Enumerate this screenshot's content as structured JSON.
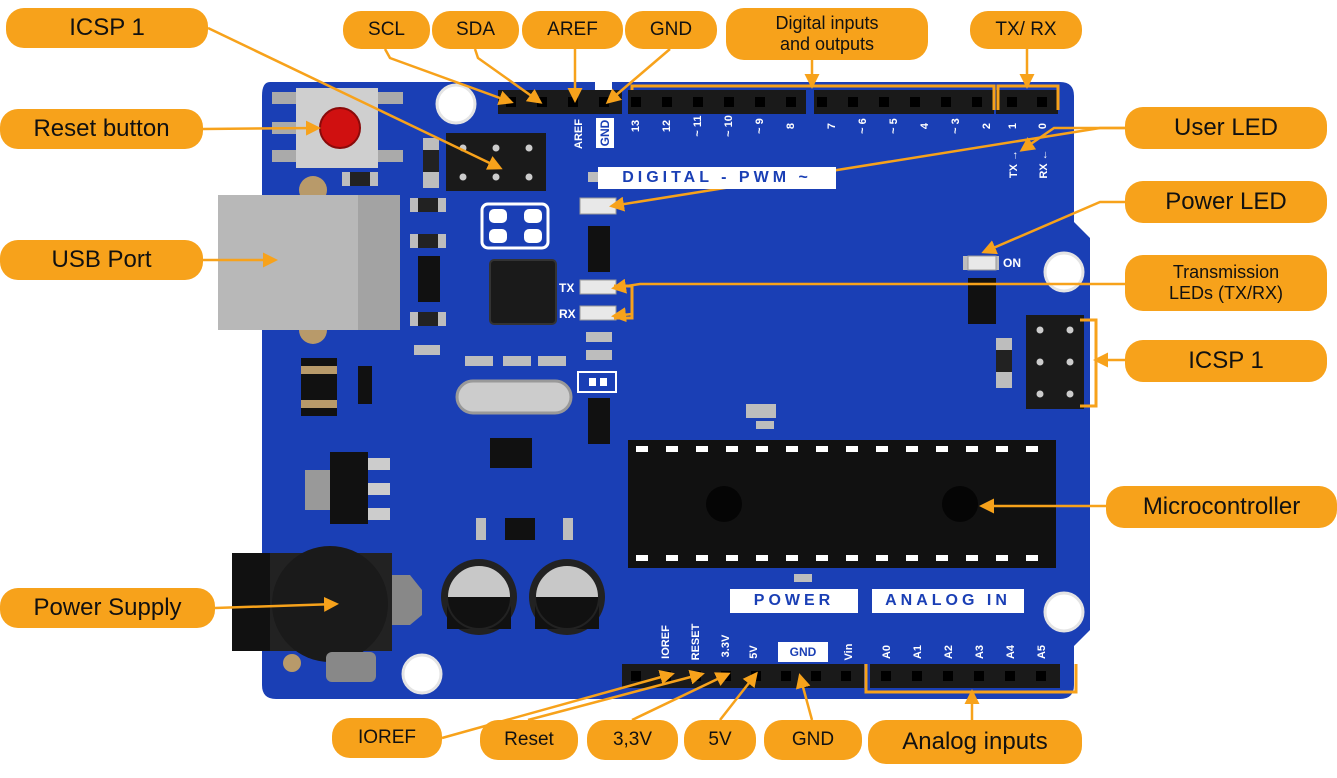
{
  "callouts": {
    "icsp1_top": "ICSP 1",
    "reset_button": "Reset button",
    "usb_port": "USB Port",
    "power_supply": "Power Supply",
    "scl": "SCL",
    "sda": "SDA",
    "aref": "AREF",
    "gnd_top": "GND",
    "digital_io": "Digital inputs\nand outputs",
    "tx_rx": "TX/ RX",
    "user_led": "User LED",
    "power_led": "Power LED",
    "transmission_leds": "Transmission\nLEDs (TX/RX)",
    "icsp1_right": "ICSP 1",
    "microcontroller": "Microcontroller",
    "ioref": "IOREF",
    "reset": "Reset",
    "v33": "3,3V",
    "v5": "5V",
    "gnd_bottom": "GND",
    "analog_inputs": "Analog inputs"
  },
  "silkscreen": {
    "digital_pwm": "DIGITAL  -  PWM ~",
    "power": "POWER",
    "analog_in": "ANALOG  IN",
    "tx": "TX",
    "rx": "RX",
    "on": "ON",
    "aref": "AREF",
    "gnd_top": "GND",
    "gnd_bottom": "GND",
    "ioref": "IOREF",
    "reset": "RESET",
    "v33": "3.3V",
    "v5": "5V",
    "vin": "Vin",
    "tx_arrow": "TX →",
    "rx_arrow": "RX ←",
    "digital_pins": [
      "13",
      "12",
      "~ 11",
      "~ 10",
      "~ 9",
      "8",
      "7",
      "~ 6",
      "~ 5",
      "4",
      "~ 3",
      "2",
      "1",
      "0"
    ],
    "analog_pins": [
      "A0",
      "A1",
      "A2",
      "A3",
      "A4",
      "A5"
    ]
  },
  "colors": {
    "board": "#1a3fb5",
    "callout": "#f7a21b",
    "arrow": "#f7a21b"
  }
}
